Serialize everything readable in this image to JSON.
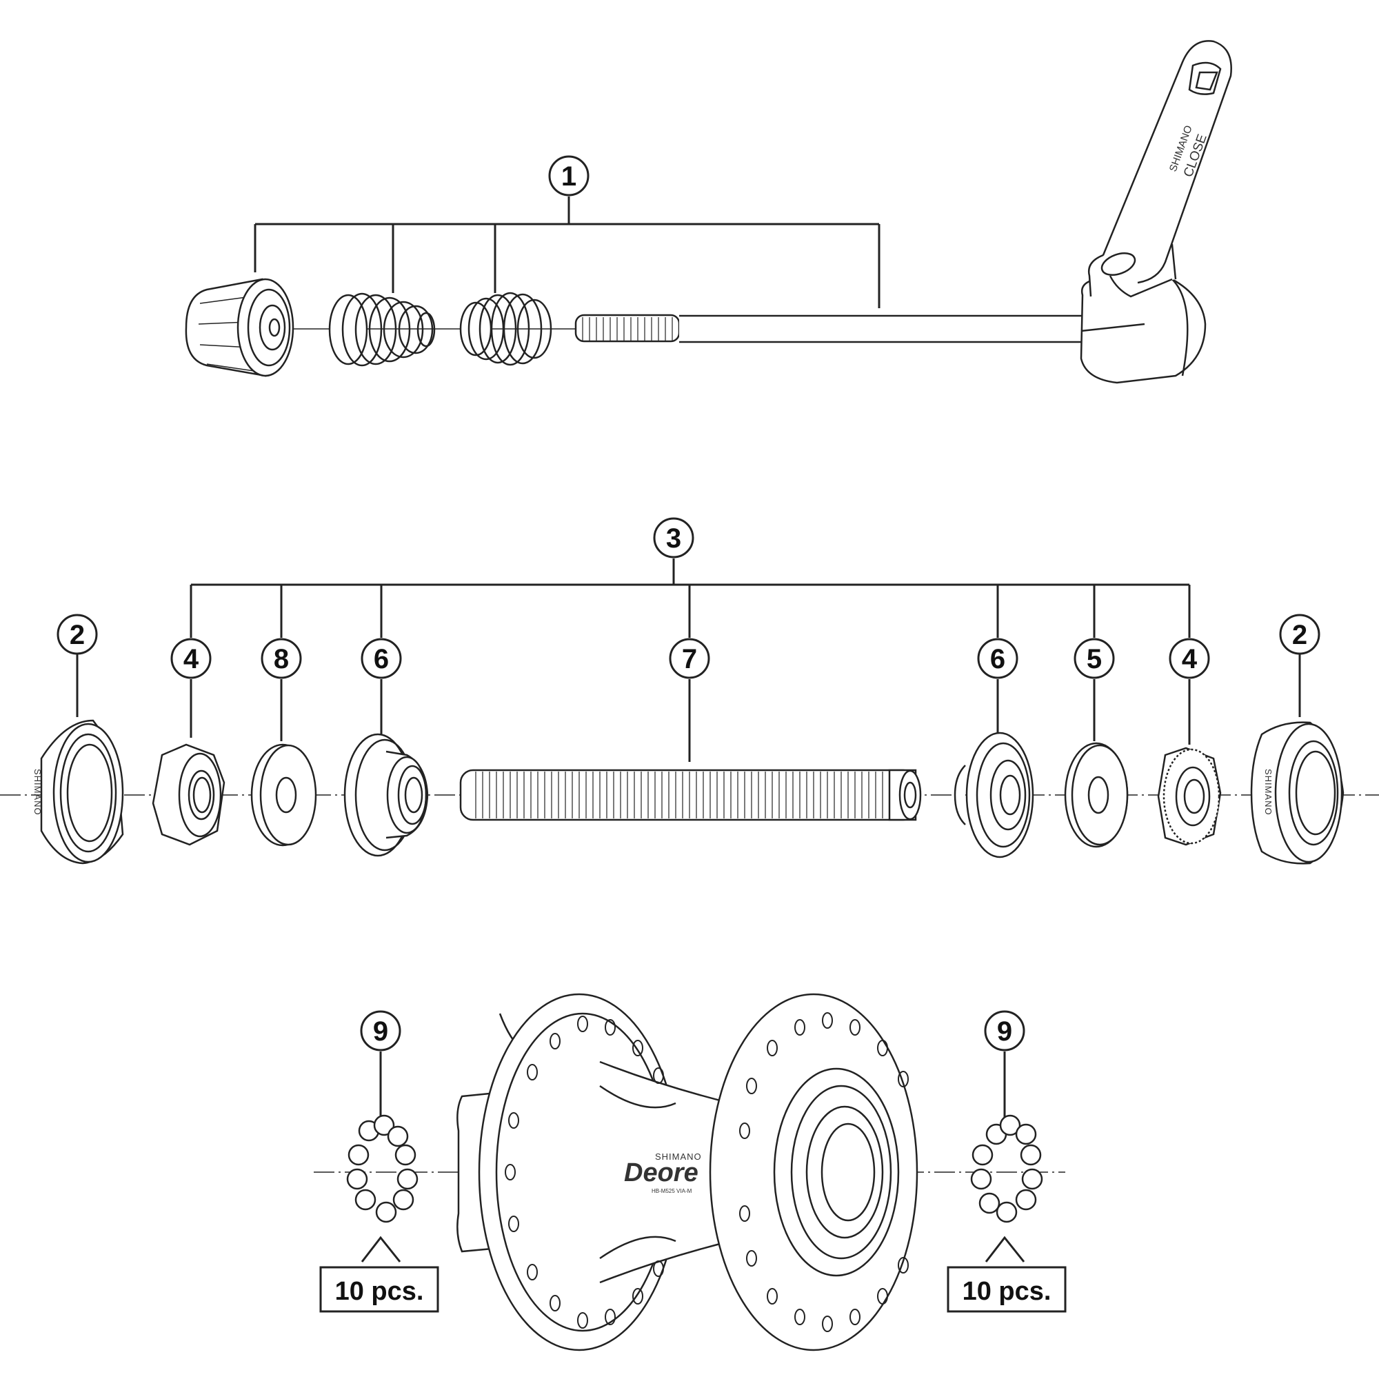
{
  "callouts": {
    "quick_release": "1",
    "lock_nut_left": "2",
    "lock_nut_right": "2",
    "axle_assembly": "3",
    "cone_nut_left": "4",
    "cone_nut_right": "4",
    "washer_right": "5",
    "cone_left": "6",
    "cone_right": "6",
    "hub_axle": "7",
    "spacer_left": "8",
    "ball_bearings_left": "9",
    "ball_bearings_right": "9"
  },
  "quantities": {
    "left": "10 pcs.",
    "right": "10 pcs."
  },
  "brand": {
    "maker": "SHIMANO",
    "lever_label": "CLOSE",
    "model": "Deore",
    "model_code": "HB-M525 VIA-M"
  }
}
